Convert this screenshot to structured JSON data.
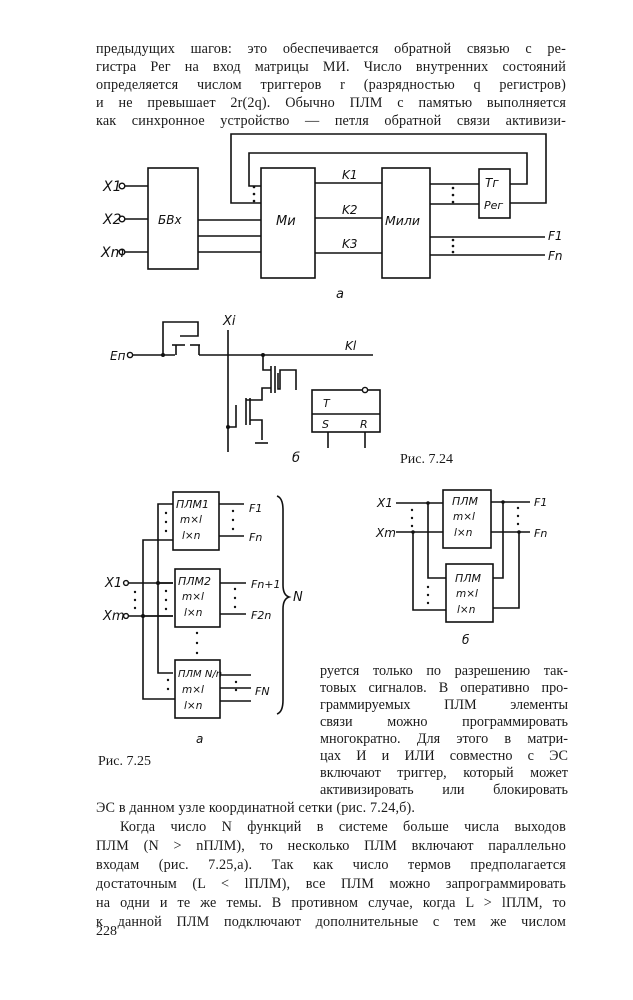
{
  "page": {
    "page_number": "228",
    "top_paragraph": [
      "предыдущих шагов: это обеспечивается обратной связью с ре-",
      "гистра Рег на вход матрицы МИ. Число внутренних состояний",
      "определяется числом триггеров r (разрядностью q регистров)",
      "и не превышает 2r(2q). Обычно ПЛМ с памятью выполняется",
      "как синхронное устройство — петля обратной связи активизи-"
    ],
    "right_column": [
      "руется только по разрешению так-",
      "товых сигналов. В оперативно про-",
      "граммируемых ПЛМ элементы",
      "связи можно программировать",
      "многократно. Для этого в матри-",
      "цах И и ИЛИ совместно с ЭС",
      "включают триггер, который может",
      "активизировать или блокировать"
    ],
    "bottom_paragraph": [
      "ЭС в данном узле координатной сетки (рис. 7.24,б).",
      "Когда число N функций в системе больше числа выходов",
      "ПЛМ (N > nПЛМ), то несколько ПЛМ включают параллельно",
      "входам (рис. 7.25,а). Так как число термов предполагается",
      "достаточным (L < lПЛМ), все ПЛМ можно запрограммировать",
      "на одни и те же темы. В противном случае, когда L > lПЛМ, то",
      "к данной ПЛМ подключают дополнительные с тем же числом"
    ]
  },
  "figure_7_24": {
    "caption": "Рис. 7.24",
    "a": {
      "sublabel": "а",
      "inputs": [
        "X1",
        "X2",
        "Xm"
      ],
      "blocks": {
        "input_block": "БВх",
        "and_matrix": "Ми",
        "or_matrix": "Мили",
        "register_top": "Тг",
        "register_bottom": "Рег"
      },
      "terms": [
        "K1",
        "K2",
        "K3"
      ],
      "outputs": [
        "F1",
        "Fn"
      ]
    },
    "b": {
      "sublabel": "б",
      "line_labels": {
        "supply": "Еп",
        "input": "Xi",
        "term": "Kl"
      },
      "trigger": {
        "top": "T",
        "set": "S",
        "reset": "R"
      }
    }
  },
  "figure_7_25": {
    "caption": "Рис. 7.25",
    "a": {
      "sublabel": "а",
      "inputs": [
        "X1",
        "Xm"
      ],
      "plm_blocks": [
        {
          "name": "ПЛМ1",
          "dims1": "m×l",
          "dims2": "l×n",
          "outputs": [
            "F1",
            "Fn"
          ]
        },
        {
          "name": "ПЛМ2",
          "dims1": "m×l",
          "dims2": "l×n",
          "outputs": [
            "Fn+1",
            "F2n"
          ]
        },
        {
          "name": "ПЛМ N/n",
          "dims1": "m×l",
          "dims2": "l×n",
          "outputs": [
            "FN"
          ]
        }
      ],
      "brace_label": "N"
    },
    "b": {
      "sublabel": "б",
      "inputs": [
        "X1",
        "Xm"
      ],
      "plm_blocks": [
        {
          "name": "ПЛМ",
          "dims1": "m×l",
          "dims2": "l×n"
        },
        {
          "name": "ПЛМ",
          "dims1": "m×l",
          "dims2": "l×n"
        }
      ],
      "outputs": [
        "F1",
        "Fn"
      ]
    }
  }
}
